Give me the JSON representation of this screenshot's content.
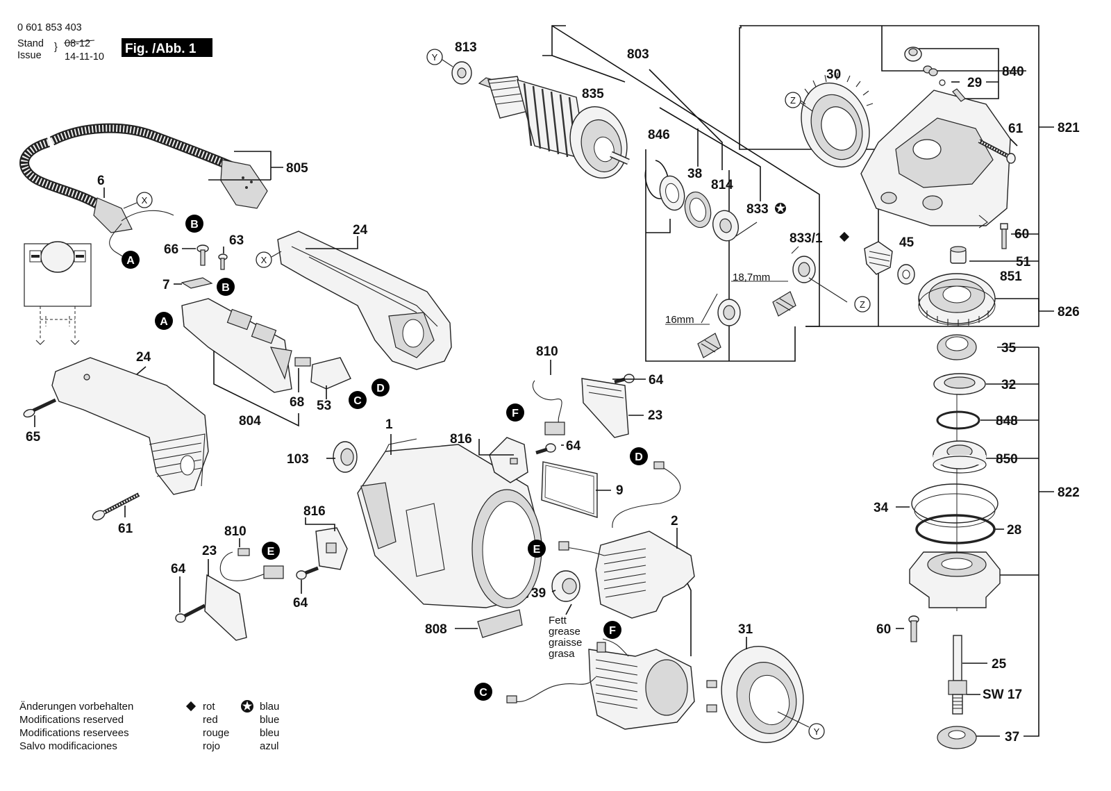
{
  "header": {
    "part_number": "0 601 853 403",
    "stand_label": "Stand",
    "issue_label": "Issue",
    "old_date": "08-12",
    "new_date": "14-11-10",
    "figure_title": "Fig. /Abb. 1"
  },
  "callouts": {
    "c813": "813",
    "c803": "803",
    "c835": "835",
    "c846": "846",
    "c38": "38",
    "c814": "814",
    "c833": "833",
    "c8331": "833/1",
    "c30": "30",
    "c29": "29",
    "c840": "840",
    "c61a": "61",
    "c821": "821",
    "c60a": "60",
    "c45": "45",
    "c51": "51",
    "c851": "851",
    "c826": "826",
    "c35": "35",
    "c32": "32",
    "c848": "848",
    "c850": "850",
    "c822": "822",
    "c34": "34",
    "c28": "28",
    "c60b": "60",
    "c25": "25",
    "c37": "37",
    "c805": "805",
    "c6": "6",
    "c24a": "24",
    "c66": "66",
    "c63": "63",
    "c7": "7",
    "c68": "68",
    "c53": "53",
    "c804": "804",
    "c24b": "24",
    "c65": "65",
    "c61b": "61",
    "c810a": "810",
    "c64a": "64",
    "c23a": "23",
    "c816a": "816",
    "c64b": "64",
    "c1": "1",
    "c103": "103",
    "c9": "9",
    "c816b": "816",
    "c810b": "810",
    "c23b": "23",
    "c64c": "64",
    "c64d": "64",
    "c2": "2",
    "c39": "39",
    "c808": "808",
    "c31": "31"
  },
  "dimensions": {
    "d187": "18,7mm",
    "d16": "16mm",
    "sw17": "SW 17"
  },
  "grease_note": [
    "Fett",
    "grease",
    "graisse",
    "grasa"
  ],
  "markers": {
    "A": "A",
    "B": "B",
    "C": "C",
    "D": "D",
    "E": "E",
    "F": "F",
    "X": "X",
    "Y": "Y",
    "Z": "Z"
  },
  "footer": {
    "modifications": [
      "Änderungen vorbehalten",
      "Modifications reserved",
      "Modifications reservees",
      "Salvo modificaciones"
    ],
    "red_words": [
      "rot",
      "red",
      "rouge",
      "rojo"
    ],
    "blue_words": [
      "blau",
      "blue",
      "bleu",
      "azul"
    ]
  }
}
